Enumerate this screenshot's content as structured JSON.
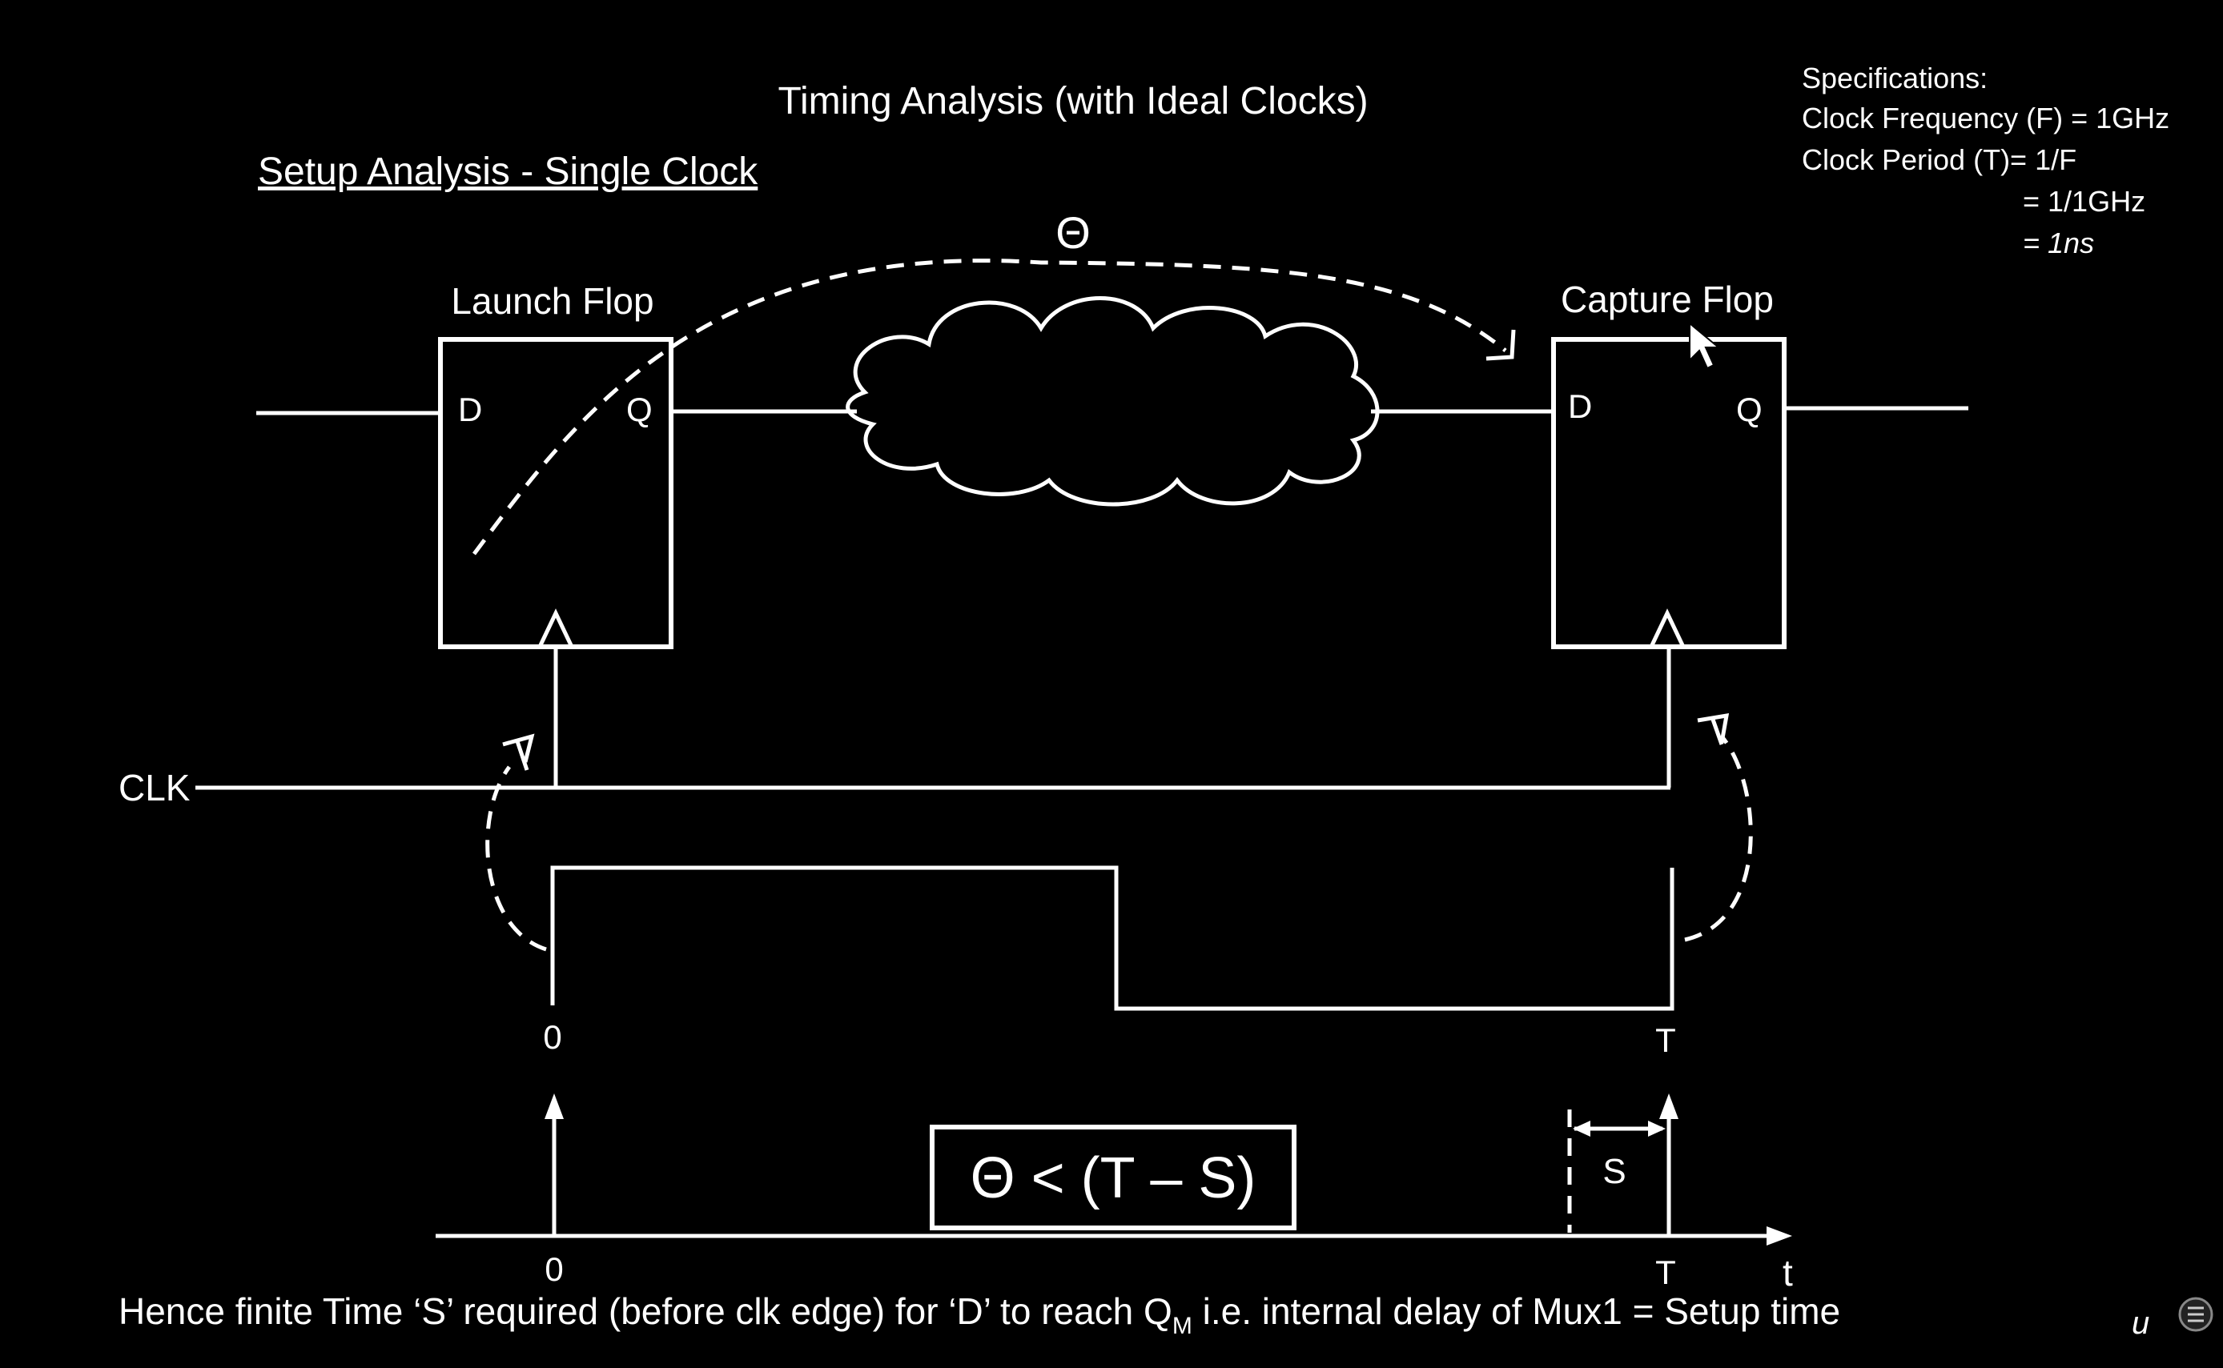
{
  "title": "Timing Analysis (with Ideal Clocks)",
  "subtitle": "Setup Analysis - Single Clock",
  "specs": {
    "heading": "Specifications:",
    "line1": "Clock Frequency (F) = 1GHz",
    "line2": "Clock Period (T)= 1/F",
    "line3": "= 1/1GHz",
    "line4": "= 1ns"
  },
  "path_delay_symbol": "Θ",
  "launch": {
    "label": "Launch Flop",
    "d": "D",
    "q": "Q"
  },
  "capture": {
    "label": "Capture Flop",
    "d": "D",
    "q": "Q"
  },
  "clk_label": "CLK",
  "waveform": {
    "start_label": "0",
    "end_label": "T"
  },
  "timeline": {
    "start_label": "0",
    "end_label": "T",
    "axis_label": "t",
    "setup_label": "S",
    "condition": "Θ < (T – S)"
  },
  "caption": {
    "pre": "Hence finite Time ‘S’ required (before clk edge) for ‘D’ to reach Q",
    "sub": "M",
    "post": " i.e. internal delay of Mux1 = Setup time"
  },
  "colors": {
    "background": "#000000",
    "foreground": "#ffffff"
  }
}
